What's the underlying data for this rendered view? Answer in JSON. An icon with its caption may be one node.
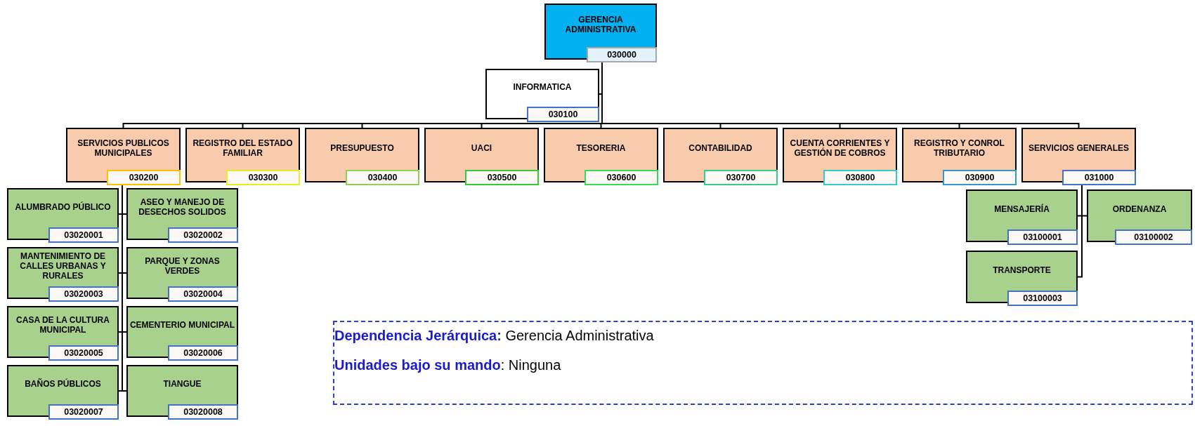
{
  "diagram": {
    "nodes": [
      {
        "text": [
          "GERENCIA ADMINISTRATIVA",
          "030000"
        ]
      },
      {
        "text": [
          "INFORMATICA",
          "030100"
        ]
      },
      {
        "text": [
          "SERVICIOS PUBLICOS MUNICIPALES",
          "030200"
        ]
      },
      {
        "text": [
          "REGISTRO DEL ESTADO FAMILIAR",
          "030300"
        ]
      },
      {
        "text": [
          "PRESUPUESTO",
          "030400"
        ]
      },
      {
        "text": [
          "UACI",
          "030500"
        ]
      },
      {
        "text": [
          "TESORERIA",
          "030600"
        ]
      },
      {
        "text": [
          "CONTABILIDAD",
          "030700"
        ]
      },
      {
        "text": [
          "CUENTA CORRIENTES Y GESTIÓN DE COBROS",
          "030800"
        ]
      },
      {
        "text": [
          "REGISTRO Y CONROL TRIBUTARIO",
          "030900"
        ]
      },
      {
        "text": [
          "SERVICIOS GENERALES",
          "031000"
        ]
      },
      {
        "text": [
          "ALUMBRADO PÚBLICO",
          "03020001"
        ]
      },
      {
        "text": [
          "ASEO Y MANEJO DE DESECHOS SOLIDOS",
          "03020002"
        ]
      },
      {
        "text": [
          "MANTENIMIENTO DE CALLES URBANAS Y RURALES",
          "03020003"
        ]
      },
      {
        "text": [
          "PARQUE Y ZONAS VERDES",
          "03020004"
        ]
      },
      {
        "text": [
          "CASA DE LA CULTURA MUNICIPAL",
          "03020005"
        ]
      },
      {
        "text": [
          "CEMENTERIO MUNICIPAL",
          "03020006"
        ]
      },
      {
        "text": [
          "BAÑOS PÚBLICOS",
          "03020007"
        ]
      },
      {
        "text": [
          "TIANGUE",
          "03020008"
        ]
      },
      {
        "text": [
          "MENSAJERÍA",
          "03100001"
        ]
      },
      {
        "text": [
          "ORDENANZA",
          "03100002"
        ]
      },
      {
        "text": [
          "TRANSPORTE",
          "03100003"
        ]
      },
      {
        "text": [
          "**Dependencia Jerárquica:** Gerencia Administrativa",
          "**Unidades bajo su mando**: Ninguna"
        ]
      }
    ],
    "edges": [
      {
        "from": 0,
        "to": 1,
        "arrow": "none"
      },
      {
        "from": 0,
        "to": 2,
        "arrow": "none"
      },
      {
        "from": 0,
        "to": 3,
        "arrow": "none"
      },
      {
        "from": 0,
        "to": 4,
        "arrow": "none"
      },
      {
        "from": 0,
        "to": 5,
        "arrow": "none"
      },
      {
        "from": 0,
        "to": 6,
        "arrow": "none"
      },
      {
        "from": 0,
        "to": 7,
        "arrow": "none"
      },
      {
        "from": 0,
        "to": 8,
        "arrow": "none"
      },
      {
        "from": 0,
        "to": 9,
        "arrow": "none"
      },
      {
        "from": 0,
        "to": 10,
        "arrow": "none"
      },
      {
        "from": 2,
        "to": 11,
        "arrow": "none"
      },
      {
        "from": 2,
        "to": 12,
        "arrow": "none"
      },
      {
        "from": 2,
        "to": 13,
        "arrow": "none"
      },
      {
        "from": 2,
        "to": 14,
        "arrow": "none"
      },
      {
        "from": 2,
        "to": 15,
        "arrow": "none"
      },
      {
        "from": 2,
        "to": 16,
        "arrow": "none"
      },
      {
        "from": 2,
        "to": 17,
        "arrow": "none"
      },
      {
        "from": 2,
        "to": 18,
        "arrow": "none"
      },
      {
        "from": 10,
        "to": 19,
        "arrow": "none"
      },
      {
        "from": 10,
        "to": 20,
        "arrow": "none"
      },
      {
        "from": 10,
        "to": 21,
        "arrow": "none"
      }
    ]
  }
}
